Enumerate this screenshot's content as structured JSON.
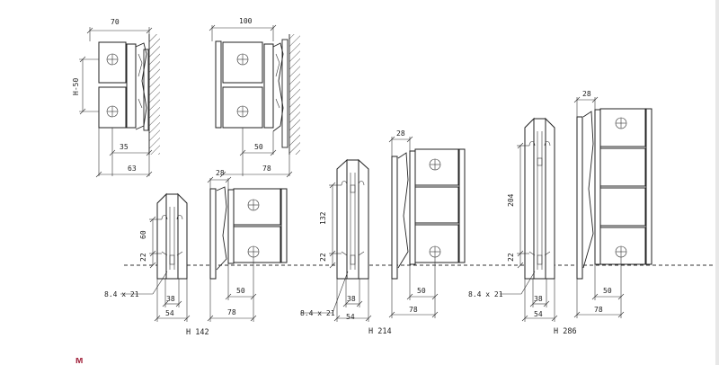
{
  "labels": {
    "w70": "70",
    "w100": "100",
    "hminus50": "H-50",
    "d35": "35",
    "d63": "63",
    "d50a": "50",
    "d78a": "78",
    "d28a": "28",
    "d60": "60",
    "d22a": "22",
    "hole_a": "8.4 x 21",
    "d38a": "38",
    "d54a": "54",
    "d50b": "50",
    "d78b": "78",
    "cap142": "H 142",
    "d28b": "28",
    "d132": "132",
    "d22b": "22",
    "hole_b": "8.4 x 21",
    "d38b": "38",
    "d54b": "54",
    "d50c": "50",
    "d78c": "78",
    "cap214": "H 214",
    "d28c": "28",
    "d204": "204",
    "d22c": "22",
    "hole_c": "8.4 x 21",
    "d38c": "38",
    "d54c": "54",
    "d50d": "50",
    "d78d": "78",
    "cap286": "H 286",
    "corner_mark": "M"
  }
}
